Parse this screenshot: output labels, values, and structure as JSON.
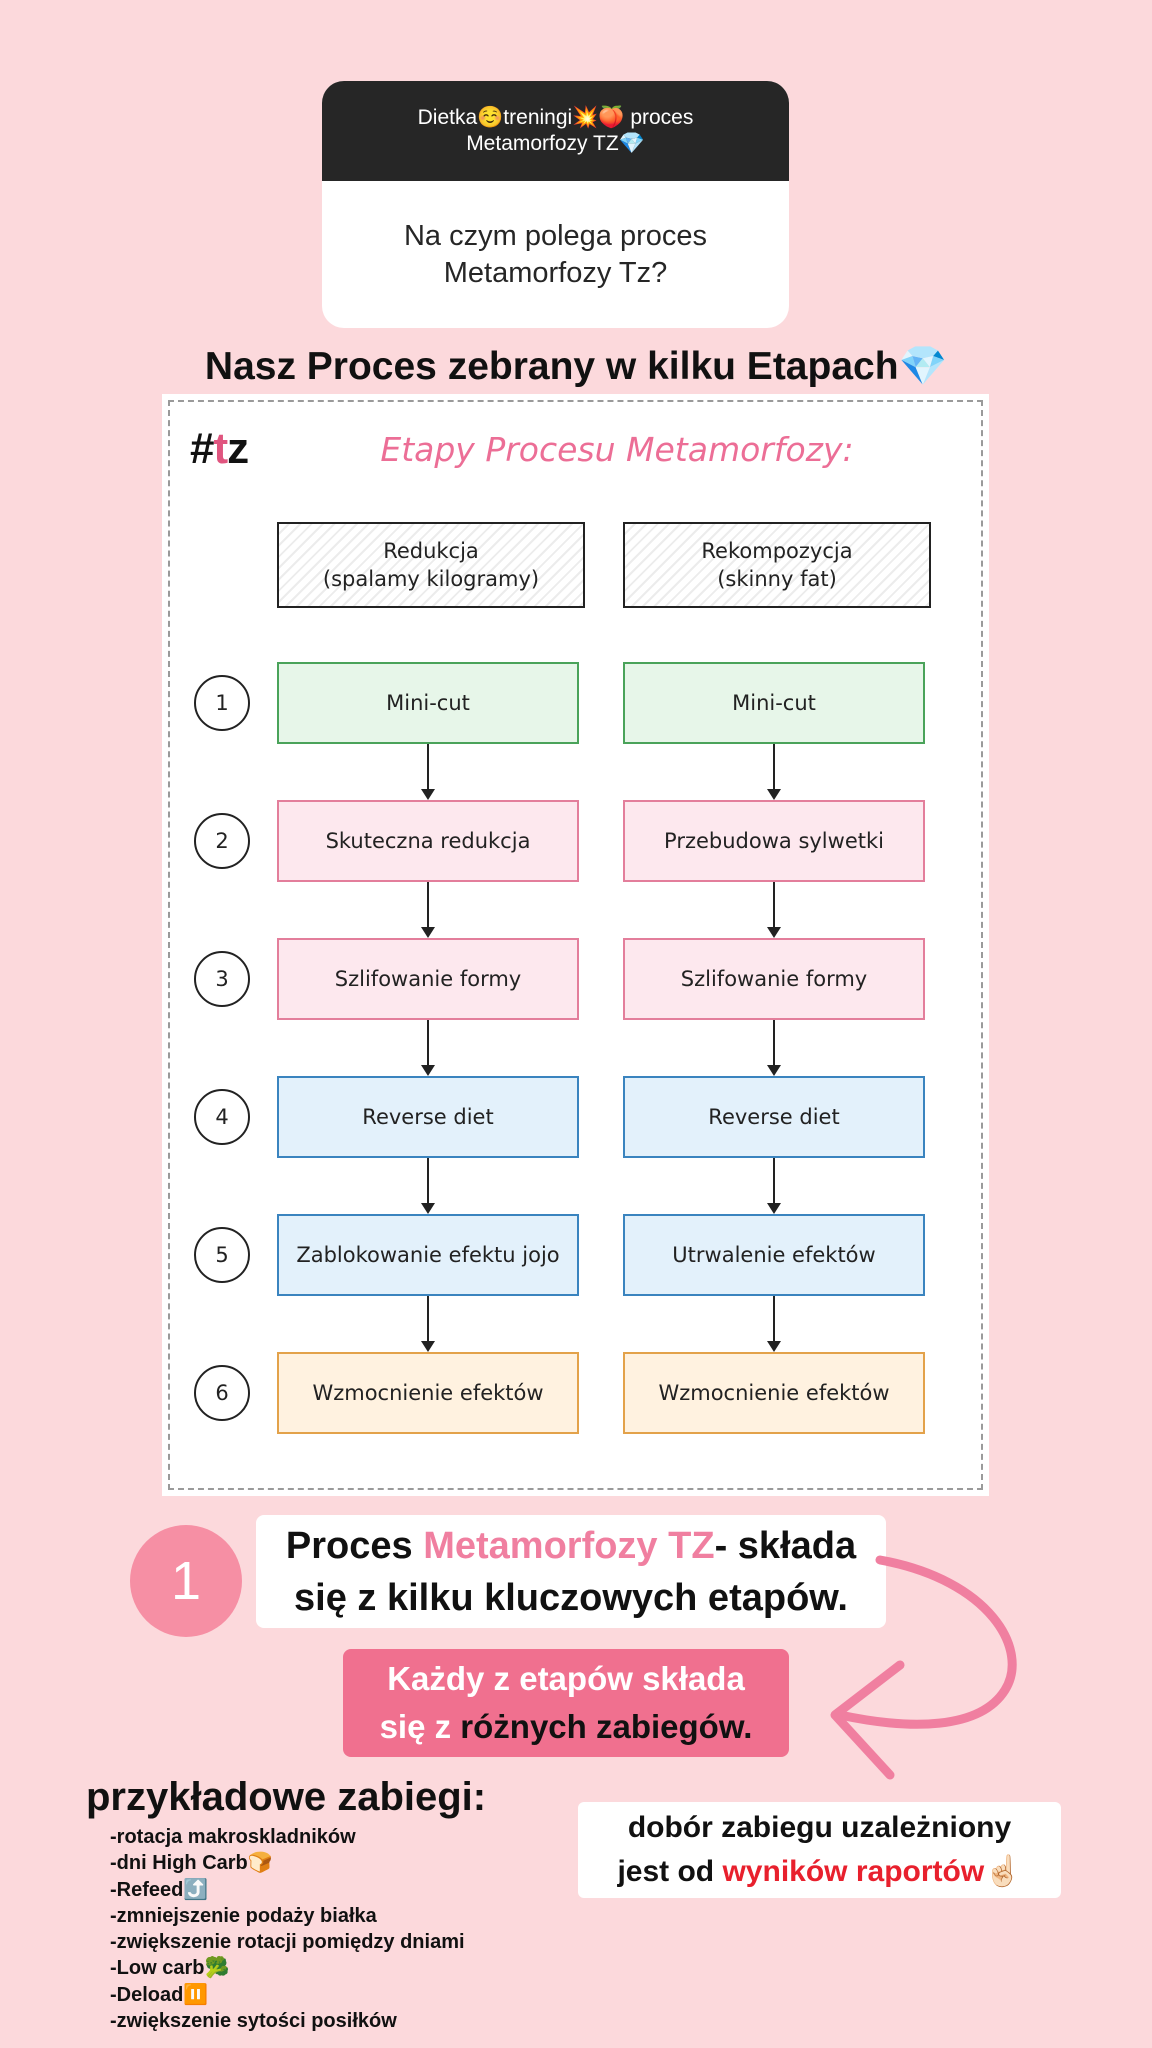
{
  "qa": {
    "header_line1": "Dietka☺️treningi💥🍑 proces",
    "header_line2": "Metamorfozy TZ💎",
    "question_line1": "Na czym polega proces",
    "question_line2": "Metamorfozy Tz?"
  },
  "headline": "Nasz Proces zebrany w kilku Etapach💎",
  "card": {
    "logo_hash": "#",
    "logo_t": "t",
    "logo_z": "z",
    "title": "Etapy Procesu Metamorfozy:",
    "columns": [
      {
        "line1": "Redukcja",
        "line2": "(spalamy kilogramy)"
      },
      {
        "line1": "Rekompozycja",
        "line2": "(skinny fat)"
      }
    ],
    "numbers": [
      "1",
      "2",
      "3",
      "4",
      "5",
      "6"
    ],
    "left_steps": [
      "Mini-cut",
      "Skuteczna redukcja",
      "Szlifowanie formy",
      "Reverse diet",
      "Zablokowanie efektu jojo",
      "Wzmocnienie efektów"
    ],
    "right_steps": [
      "Mini-cut",
      "Przebudowa sylwetki",
      "Szlifowanie formy",
      "Reverse diet",
      "Utrwalenie efektów",
      "Wzmocnienie efektów"
    ],
    "row_colors": [
      "green",
      "pink",
      "pink",
      "blue",
      "blue",
      "orange"
    ]
  },
  "badge": "1",
  "process": {
    "part1": "Proces ",
    "part2": "Metamorfozy TZ",
    "part3": "- składa",
    "line2": "się z kilku kluczowych etapów."
  },
  "steps_note": {
    "line1": "Każdy z etapów składa",
    "line2a": "się z ",
    "line2b": "różnych zabiegów."
  },
  "examples": {
    "title": "przykładowe zabiegi:",
    "items": [
      "-rotacja makroskladników",
      "-dni High Carb🍞",
      "-Refeed⤴️",
      "-zmniejszenie podaży białka",
      "-zwiększenie rotacji pomiędzy dniami",
      "-Low carb🥦",
      "-Deload⏸️",
      "-zwiększenie sytości posiłków"
    ]
  },
  "choice": {
    "line1": "dobór zabiegu uzależniony",
    "line2a": "jest od ",
    "line2b": "wyników raportów",
    "line2c": "☝🏻"
  },
  "colors": {
    "background": "#fcd9dc",
    "accent_pink": "#f0708f",
    "red": "#e8202d"
  }
}
